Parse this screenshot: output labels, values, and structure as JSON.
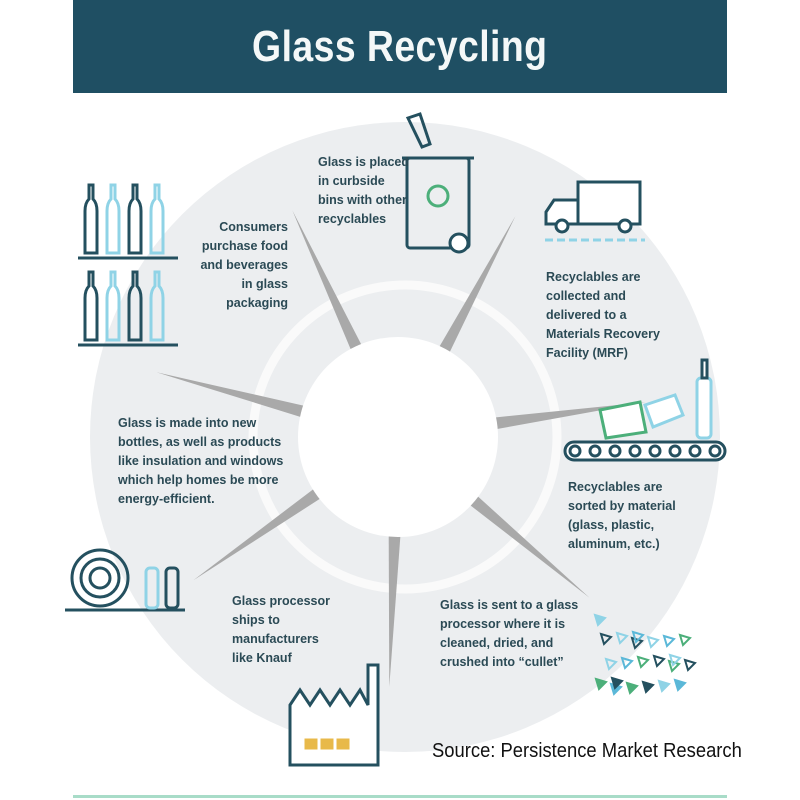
{
  "title": "Glass Recycling",
  "steps": [
    {
      "text": "Glass is placed in curbside bins with other recyclables",
      "icon": "recycling-bin-icon"
    },
    {
      "text": "Recyclables are collected and delivered to a Materials Recovery Facility (MRF)",
      "icon": "garbage-truck-icon"
    },
    {
      "text": "Recyclables are sorted by material (glass, plastic, aluminum, etc.)",
      "icon": "conveyor-belt-icon"
    },
    {
      "text": "Glass is sent to a glass processor where it is cleaned, dried, and crushed into “cullet”",
      "icon": "glass-cullet-icon"
    },
    {
      "text": "Glass processor ships to manufacturers like Knauf",
      "icon": "factory-icon"
    },
    {
      "text": "Glass is made into new bottles, as well as products like insulation and windows which help homes be more energy-efficient.",
      "icon": "insulation-roll-icon"
    },
    {
      "text": "Consumers purchase food and beverages in glass packaging",
      "icon": "bottles-shelf-icon"
    }
  ],
  "source": "Source: Persistence Market Research",
  "colors": {
    "banner": "#1f4f63",
    "dark": "#24505f",
    "light_blue": "#8fd3e6",
    "accent_green": "#4caf7a",
    "factory_window": "#e8b94a"
  }
}
